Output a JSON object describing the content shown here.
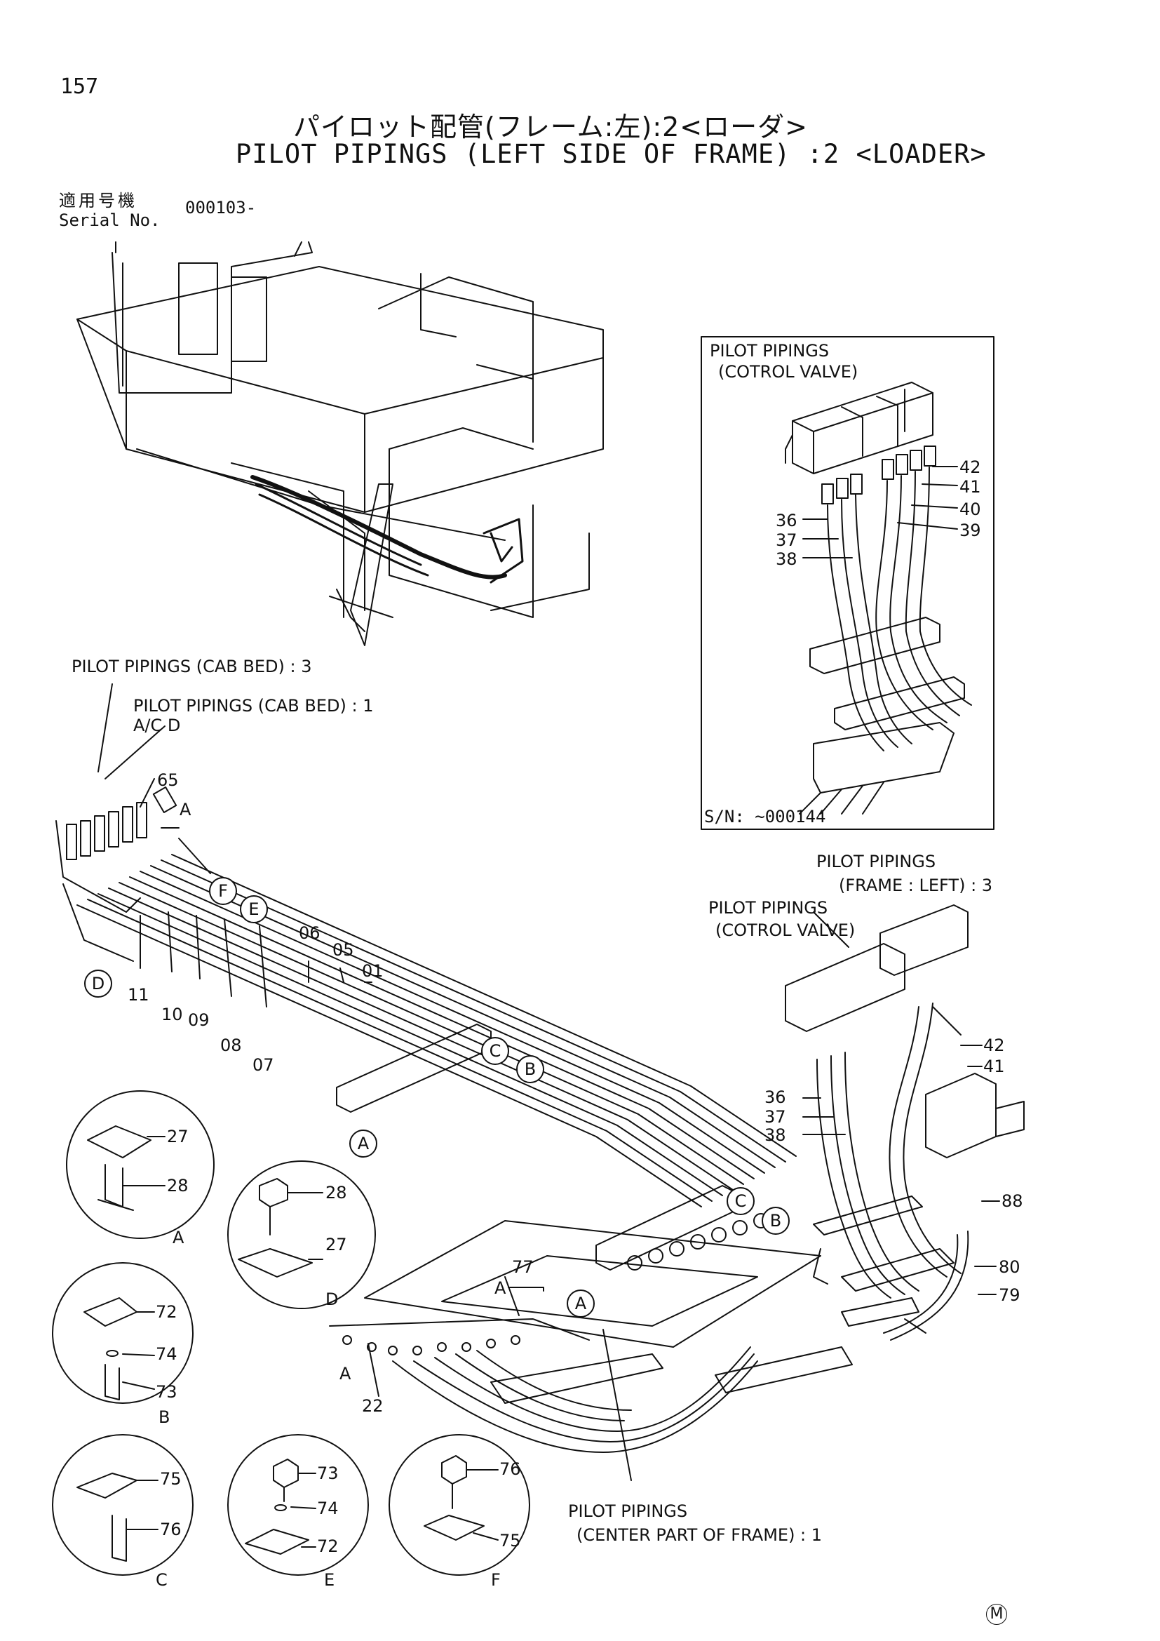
{
  "page_number": "157",
  "title_jp": "パイロット配管(フレーム:左):2<ローダ>",
  "title_en": "PILOT PIPINGS (LEFT SIDE OF FRAME) :2 <LOADER>",
  "serial_label_jp": "適用号機",
  "serial_label_en": "Serial No.",
  "serial_value": "000103-",
  "inset": {
    "title_line1": "PILOT PIPINGS",
    "title_line2": "(COTROL VALVE)",
    "serial": "S/N: ~000144",
    "parts": [
      "42",
      "41",
      "40",
      "39",
      "36",
      "37",
      "38"
    ]
  },
  "labels": {
    "cab_bed_3": "PILOT PIPINGS (CAB BED) : 3",
    "cab_bed_1": "PILOT PIPINGS (CAB BED) : 1",
    "ac_d": "A/C D",
    "frame_left_3_l1": "PILOT PIPINGS",
    "frame_left_3_l2": "(FRAME : LEFT) : 3",
    "control_valve_l1": "PILOT PIPINGS",
    "control_valve_l2": "(COTROL VALVE)",
    "center_part_l1": "PILOT PIPINGS",
    "center_part_l2": "(CENTER PART OF FRAME) : 1"
  },
  "main_parts": {
    "p65": "65",
    "p06": "06",
    "p05": "05",
    "p01": "01",
    "p11": "11",
    "p10": "10",
    "p09": "09",
    "p08": "08",
    "p07": "07",
    "p42": "42",
    "p41": "41",
    "p36": "36",
    "p37": "37",
    "p38": "38",
    "p88": "88",
    "p80": "80",
    "p79": "79",
    "p77": "77",
    "p22": "22"
  },
  "callouts": {
    "A": "A",
    "B": "B",
    "C": "C",
    "D": "D",
    "E": "E",
    "F": "F"
  },
  "details": [
    {
      "id": "A",
      "parts": [
        "27",
        "28"
      ]
    },
    {
      "id": "D",
      "parts": [
        "28",
        "27"
      ]
    },
    {
      "id": "B",
      "parts": [
        "72",
        "74",
        "73"
      ]
    },
    {
      "id": "C",
      "parts": [
        "75",
        "76"
      ]
    },
    {
      "id": "E",
      "parts": [
        "73",
        "74",
        "72"
      ]
    },
    {
      "id": "F",
      "parts": [
        "76",
        "75"
      ]
    }
  ],
  "corner_mark": "M"
}
